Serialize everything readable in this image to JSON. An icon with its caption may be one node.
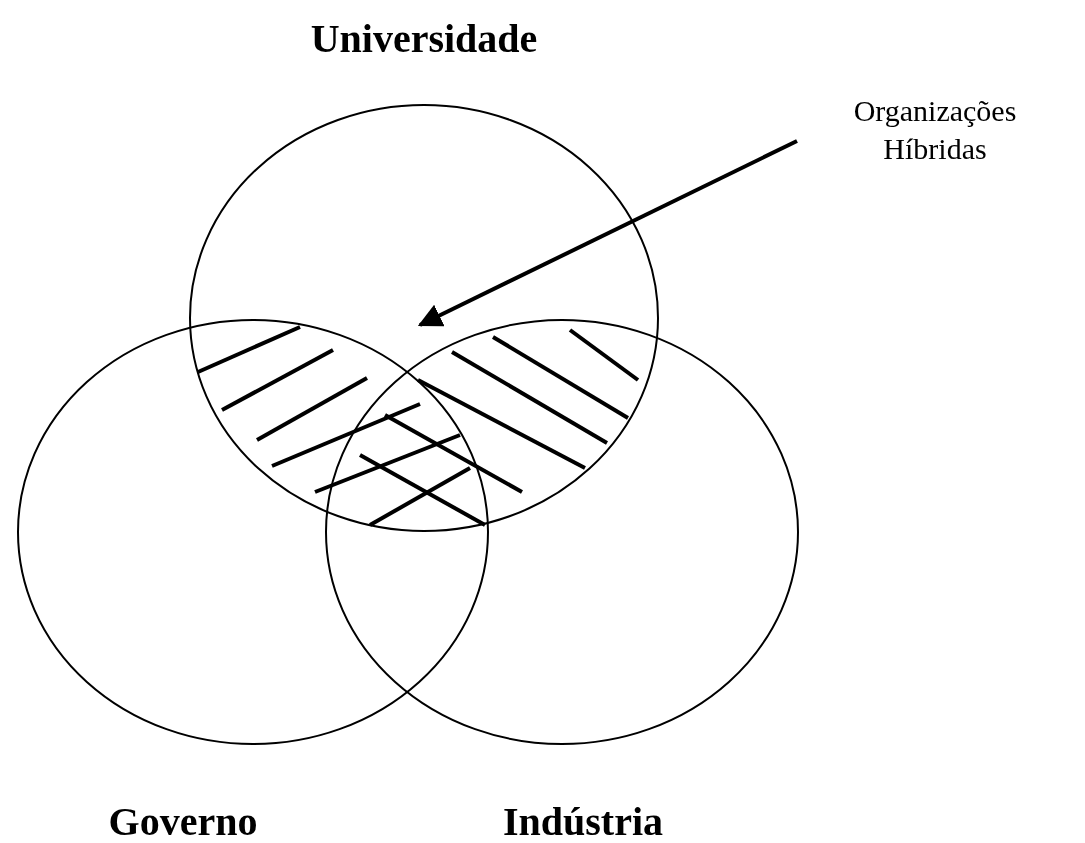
{
  "diagram": {
    "nodes": [
      {
        "text": [
          "Universidade"
        ]
      },
      {
        "text": [
          "Governo"
        ]
      },
      {
        "text": [
          "Indústria"
        ]
      },
      {
        "text": [
          "Organizações Híbridas"
        ]
      }
    ],
    "edges": [
      {
        "from": 3,
        "to": 0,
        "arrow": "to"
      }
    ]
  }
}
